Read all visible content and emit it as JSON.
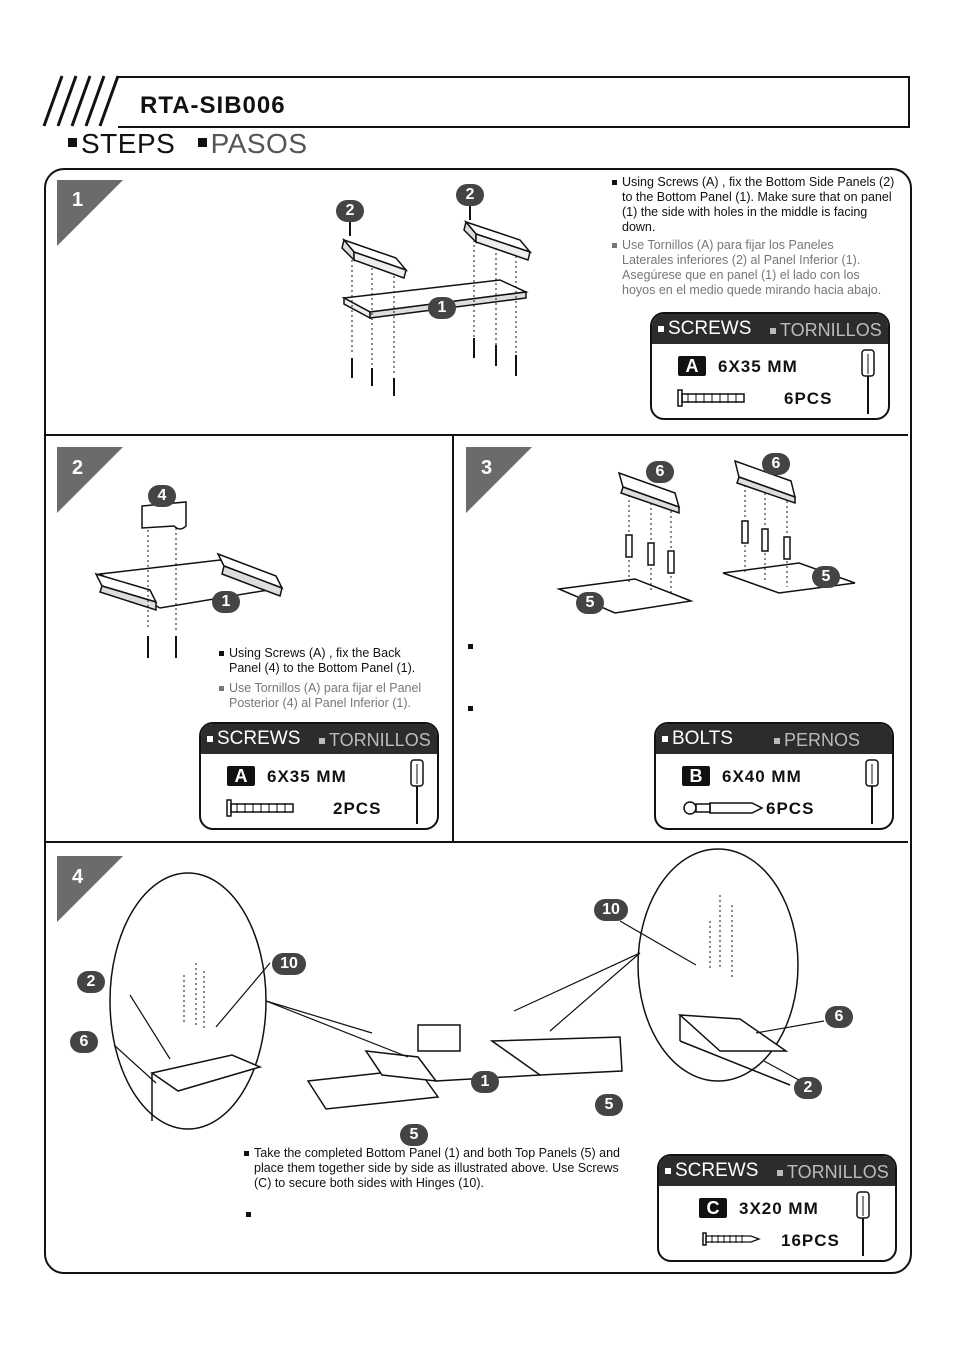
{
  "header": {
    "model": "RTA-SIB006",
    "steps_en": "STEPS",
    "steps_es": "PASOS"
  },
  "colors": {
    "line": "#111111",
    "step_tab": "#6b6b6b",
    "box_header": "#2c2c2c",
    "callout": "#444444"
  },
  "step1": {
    "number": "1",
    "note_en": "Using Screws (A) , fix the Bottom Side Panels (2) to the Bottom Panel (1). Make sure that on panel (1) the side with holes in the middle is facing down.",
    "note_es": "Use Tornillos (A) para fijar los Paneles Laterales inferiores (2) al Panel Inferior (1). Asegúrese que en panel (1) el lado con los hoyos en el medio quede mirando hacia abajo.",
    "callouts": [
      "2",
      "2",
      "1"
    ],
    "hardware": {
      "title_en": "SCREWS",
      "title_es": "TORNILLOS",
      "letter": "A",
      "size": "6X35 MM",
      "qty": "6PCS"
    }
  },
  "step2": {
    "number": "2",
    "note_en": "Using Screws (A) , fix the Back Panel (4) to the Bottom Panel (1).",
    "note_es": "Use Tornillos (A) para fijar el Panel Posterior (4) al Panel Inferior (1).",
    "callouts": [
      "4",
      "1"
    ],
    "hardware": {
      "title_en": "SCREWS",
      "title_es": "TORNILLOS",
      "letter": "A",
      "size": "6X35 MM",
      "qty": "2PCS"
    }
  },
  "step3": {
    "number": "3",
    "callouts": [
      "6",
      "6",
      "5",
      "5"
    ],
    "hardware": {
      "title_en": "BOLTS",
      "title_es": "PERNOS",
      "letter": "B",
      "size": "6X40 MM",
      "qty": "6PCS"
    }
  },
  "step4": {
    "number": "4",
    "note_en": "Take the completed Bottom Panel (1) and both Top Panels (5) and place them together side by side as illustrated above. Use Screws (C) to secure both sides with Hinges (10).",
    "callouts": [
      "10",
      "2",
      "6",
      "10",
      "1",
      "5",
      "5",
      "6",
      "2"
    ],
    "hardware": {
      "title_en": "SCREWS",
      "title_es": "TORNILLOS",
      "letter": "C",
      "size": "3X20 MM",
      "qty": "16PCS"
    }
  }
}
